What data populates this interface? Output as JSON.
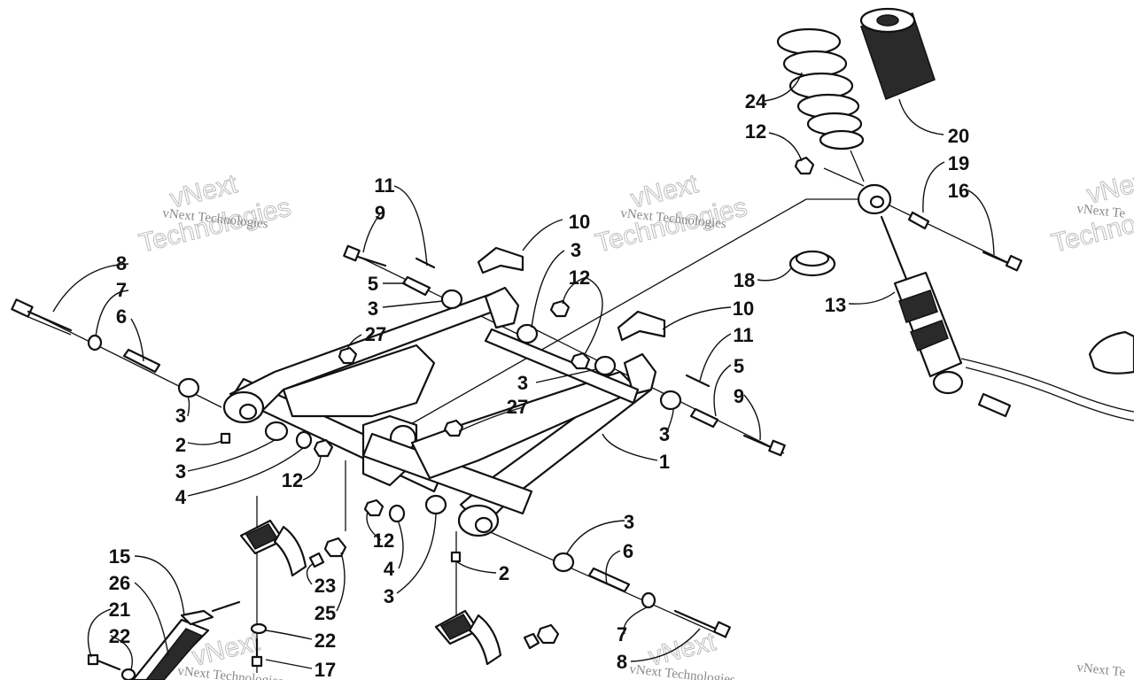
{
  "watermark": {
    "small": "vNext Technologies",
    "large_top": "vNext",
    "large_bottom": "Technologies",
    "partial": "vNext Te"
  },
  "callouts": [
    {
      "id": "c8a",
      "label": "8"
    },
    {
      "id": "c7a",
      "label": "7"
    },
    {
      "id": "c6a",
      "label": "6"
    },
    {
      "id": "c3a",
      "label": "3"
    },
    {
      "id": "c2a",
      "label": "2"
    },
    {
      "id": "c3b",
      "label": "3"
    },
    {
      "id": "c4a",
      "label": "4"
    },
    {
      "id": "c12a",
      "label": "12"
    },
    {
      "id": "c11a",
      "label": "11"
    },
    {
      "id": "c9a",
      "label": "9"
    },
    {
      "id": "c5a",
      "label": "5"
    },
    {
      "id": "c3c",
      "label": "3"
    },
    {
      "id": "c27a",
      "label": "27"
    },
    {
      "id": "c10a",
      "label": "10"
    },
    {
      "id": "c3d",
      "label": "3"
    },
    {
      "id": "c12b",
      "label": "12"
    },
    {
      "id": "c10b",
      "label": "10"
    },
    {
      "id": "c11b",
      "label": "11"
    },
    {
      "id": "c3e",
      "label": "3"
    },
    {
      "id": "c27b",
      "label": "27"
    },
    {
      "id": "c5b",
      "label": "5"
    },
    {
      "id": "c9b",
      "label": "9"
    },
    {
      "id": "c3f",
      "label": "3"
    },
    {
      "id": "c1",
      "label": "1"
    },
    {
      "id": "c12c",
      "label": "12"
    },
    {
      "id": "c4b",
      "label": "4"
    },
    {
      "id": "c3g",
      "label": "3"
    },
    {
      "id": "c2b",
      "label": "2"
    },
    {
      "id": "c3h",
      "label": "3"
    },
    {
      "id": "c6b",
      "label": "6"
    },
    {
      "id": "c7b",
      "label": "7"
    },
    {
      "id": "c8b",
      "label": "8"
    },
    {
      "id": "c15",
      "label": "15"
    },
    {
      "id": "c26",
      "label": "26"
    },
    {
      "id": "c21",
      "label": "21"
    },
    {
      "id": "c22a",
      "label": "22"
    },
    {
      "id": "c23",
      "label": "23"
    },
    {
      "id": "c25",
      "label": "25"
    },
    {
      "id": "c22b",
      "label": "22"
    },
    {
      "id": "c17",
      "label": "17"
    },
    {
      "id": "c24",
      "label": "24"
    },
    {
      "id": "c12d",
      "label": "12"
    },
    {
      "id": "c20",
      "label": "20"
    },
    {
      "id": "c19",
      "label": "19"
    },
    {
      "id": "c16",
      "label": "16"
    },
    {
      "id": "c18",
      "label": "18"
    },
    {
      "id": "c13",
      "label": "13"
    }
  ]
}
